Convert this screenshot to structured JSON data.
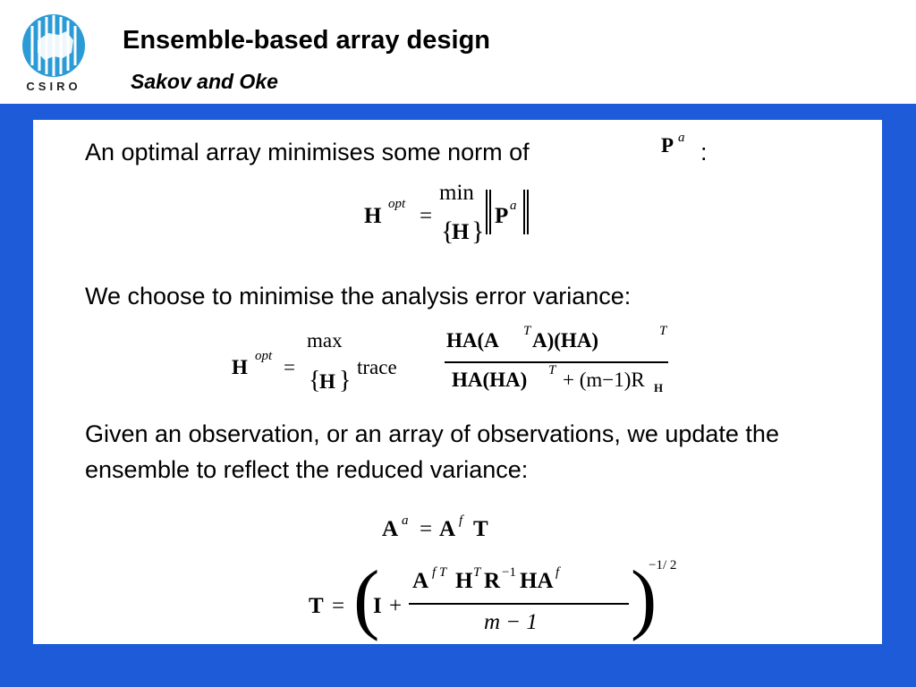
{
  "header": {
    "logo_text": "CSIRO",
    "title": "Ensemble-based array design",
    "subtitle": "Sakov and Oke"
  },
  "colors": {
    "frame_blue": "#1e5bd8",
    "logo_teal": "#2a9bd6",
    "text": "#000000"
  },
  "content": {
    "para1_before": "An optimal array minimises some norm of",
    "para1_after": ":",
    "para2": "We choose to minimise the analysis error variance:",
    "para3": "Given an observation, or an array of observations, we update the ensemble to reflect the reduced variance:"
  },
  "math": {
    "inline_P": "P",
    "inline_a": "a",
    "eq1": {
      "H": "H",
      "opt": "opt",
      "eq": "=",
      "min": "min",
      "H_set": "H",
      "P": "P",
      "a": "a"
    },
    "eq2": {
      "H": "H",
      "opt": "opt",
      "eq": "=",
      "max": "max",
      "H_set": "H",
      "trace": "trace",
      "num": "HA(A",
      "num_T1": "T",
      "num_mid": "A)(HA)",
      "num_T2": "T",
      "den": "HA(HA)",
      "den_T": "T",
      "den_tail": "+ (m−1)R",
      "den_sub": "H"
    },
    "eq3": {
      "A": "A",
      "a": "a",
      "eq": "=",
      "A2": "A",
      "f": "f",
      "T": "T"
    },
    "eq4": {
      "T": "T",
      "eq": "=",
      "I": "I",
      "plus": "+",
      "n1": "A",
      "n1_sup": "f T",
      "n2": "H",
      "n2_sup": "T",
      "n3": "R",
      "n3_sup": "−1",
      "n4": "HA",
      "n4_sup": "f",
      "den": "m − 1",
      "exp": "−1/ 2"
    }
  }
}
